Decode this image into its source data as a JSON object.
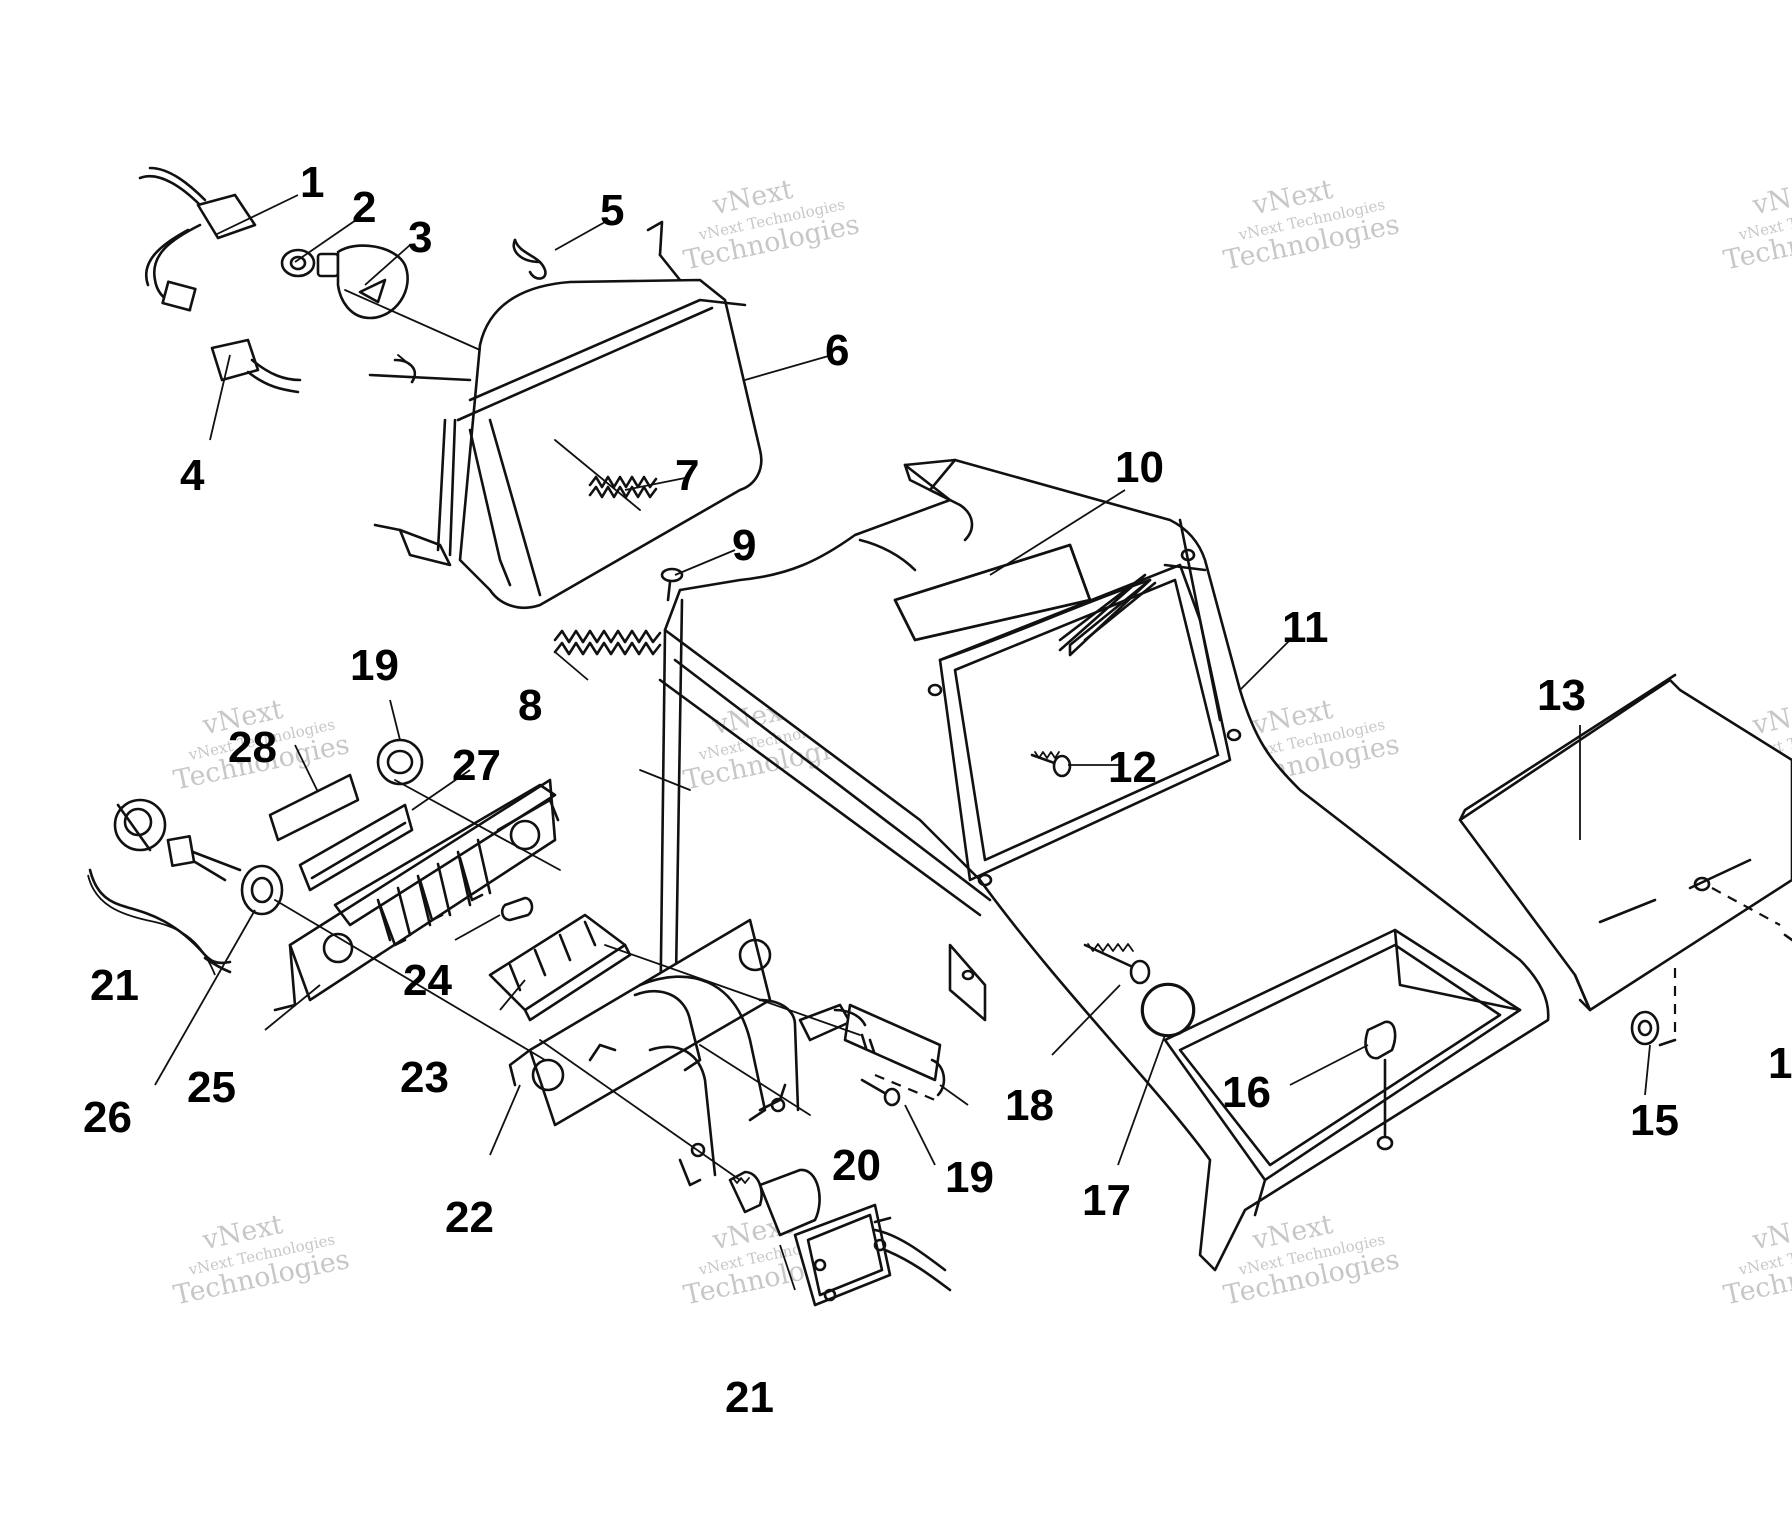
{
  "watermark": {
    "line1": "vNext",
    "line2": "vNext Technologies",
    "line3": "Technologies"
  },
  "callouts": {
    "c1": "1",
    "c2": "2",
    "c3": "3",
    "c4": "4",
    "c5": "5",
    "c6": "6",
    "c7": "7",
    "c8": "8",
    "c9": "9",
    "c10": "10",
    "c11": "11",
    "c12": "12",
    "c13": "13",
    "c14": "1",
    "c15": "15",
    "c16": "16",
    "c17": "17",
    "c18": "18",
    "c19a": "19",
    "c19b": "19",
    "c20": "20",
    "c21a": "21",
    "c21b": "21",
    "c22": "22",
    "c23": "23",
    "c24": "24",
    "c25": "25",
    "c26": "26",
    "c27": "27",
    "c28": "28"
  }
}
